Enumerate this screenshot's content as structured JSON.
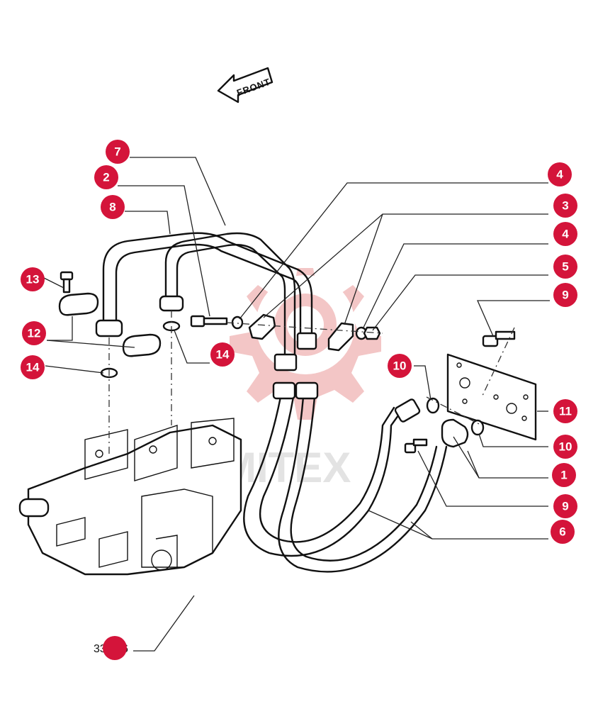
{
  "front_label": "FRONT",
  "watermark_text": "MITEX",
  "reference_label": "33.436",
  "callouts": [
    {
      "id": "c7",
      "number": "7"
    },
    {
      "id": "c2",
      "number": "2"
    },
    {
      "id": "c8",
      "number": "8"
    },
    {
      "id": "c13",
      "number": "13"
    },
    {
      "id": "c12",
      "number": "12"
    },
    {
      "id": "c14a",
      "number": "14"
    },
    {
      "id": "c14b",
      "number": "14"
    },
    {
      "id": "c4a",
      "number": "4"
    },
    {
      "id": "c3",
      "number": "3"
    },
    {
      "id": "c4b",
      "number": "4"
    },
    {
      "id": "c5",
      "number": "5"
    },
    {
      "id": "c9a",
      "number": "9"
    },
    {
      "id": "c10a",
      "number": "10"
    },
    {
      "id": "c11",
      "number": "11"
    },
    {
      "id": "c10b",
      "number": "10"
    },
    {
      "id": "c1",
      "number": "1"
    },
    {
      "id": "c9b",
      "number": "9"
    },
    {
      "id": "c6",
      "number": "6"
    }
  ],
  "colors": {
    "callout": "#d4143a",
    "watermark": "#f3c6c6",
    "line": "#111111"
  }
}
